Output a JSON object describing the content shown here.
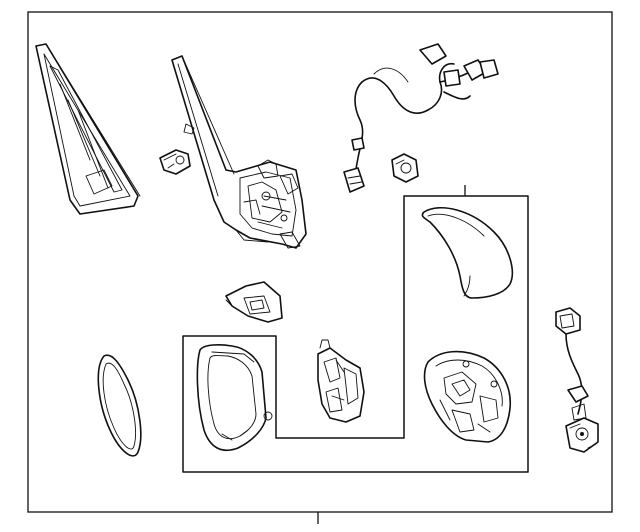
{
  "diagram": {
    "kind": "exploded parts diagram",
    "line_color": "#111111",
    "background": "#ffffff",
    "parts": [
      "mirror-glass-backing",
      "mirror-housing-base",
      "mount-clip",
      "wiring-harness",
      "wire-connector-clip",
      "small-trim-bracket",
      "mirror-glass",
      "mirror-frame-bezel",
      "motor-bracket",
      "mirror-cap-cover",
      "mirror-inner-housing",
      "side-camera"
    ]
  }
}
